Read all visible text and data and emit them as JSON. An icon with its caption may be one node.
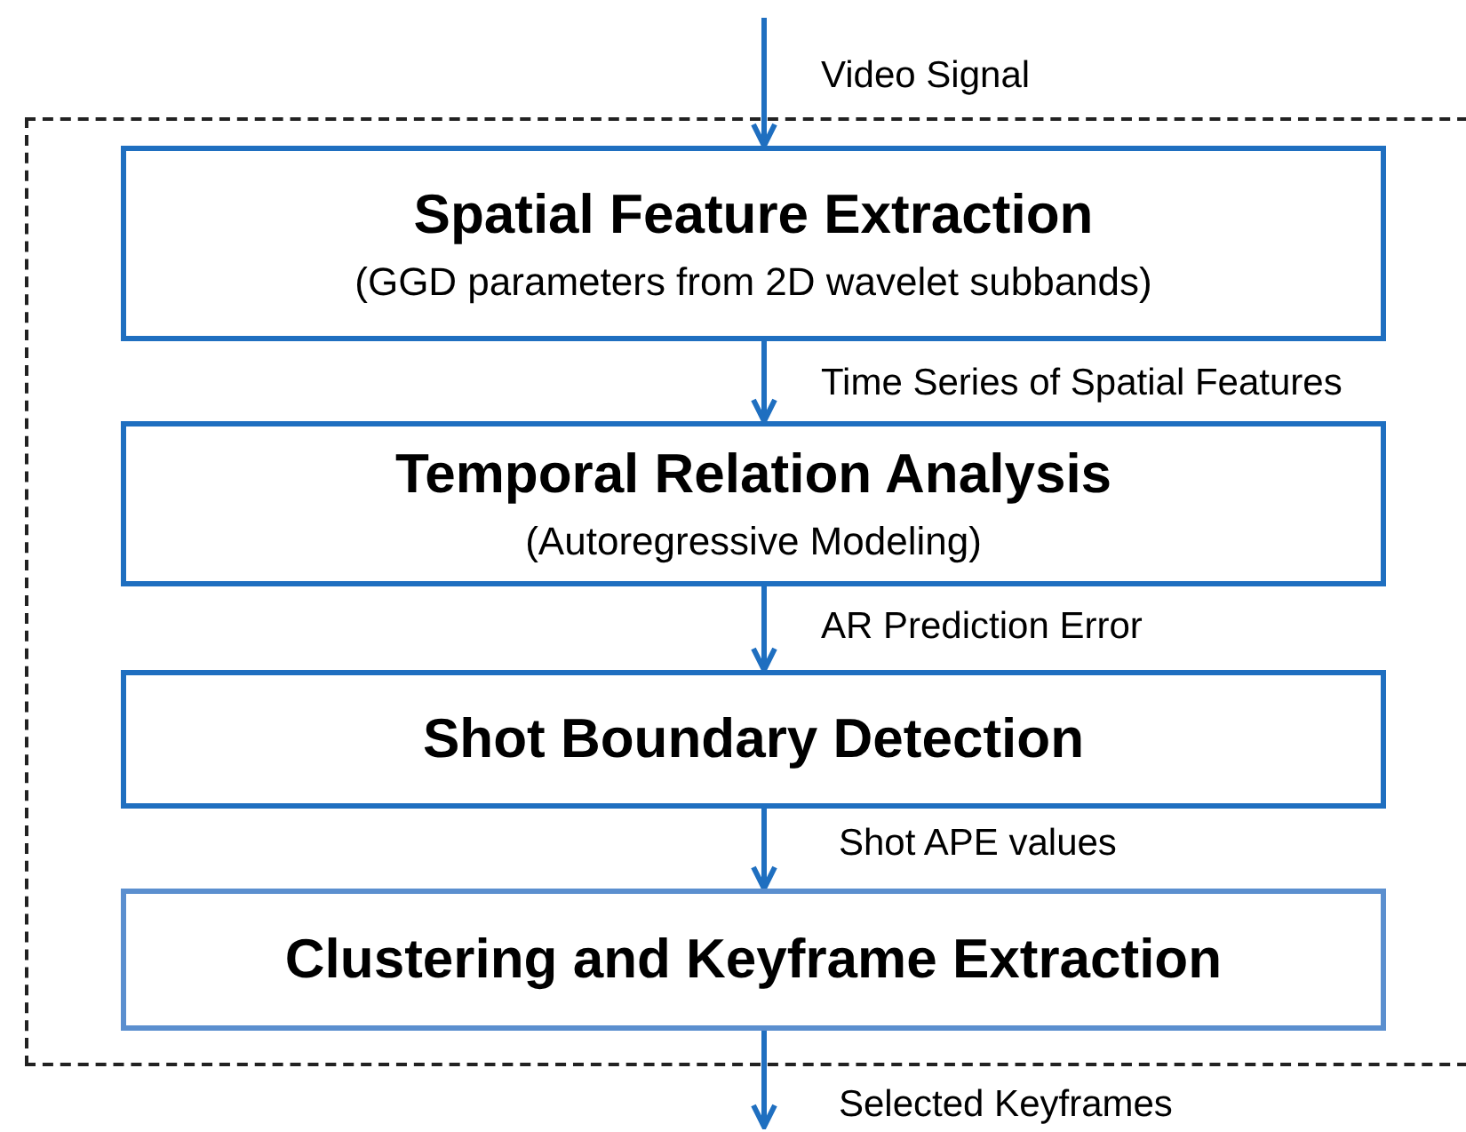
{
  "diagram": {
    "nodes": [
      {
        "text": [],
        "shape": "box"
      },
      {
        "text": [
          "Spatial Feature Extraction",
          "(GGD parameters from 2D wavelet subbands)"
        ],
        "in": 0
      },
      {
        "text": [
          "Temporal Relation Analysis",
          "(Autoregressive Modeling)"
        ],
        "in": 0
      },
      {
        "text": [
          "Shot Boundary Detection"
        ],
        "in": 0
      },
      {
        "text": [
          "Clustering and Keyframe Extraction"
        ],
        "in": 0
      }
    ],
    "edges": [
      {
        "from": null,
        "to": 1,
        "arrow": "to",
        "label": "Video Signal"
      },
      {
        "from": 1,
        "to": 2,
        "arrow": "to",
        "label": "Time Series of Spatial Features"
      },
      {
        "from": 2,
        "to": 3,
        "arrow": "to",
        "label": "AR Prediction Error"
      },
      {
        "from": 3,
        "to": 4,
        "arrow": "to",
        "label": "Shot APE values"
      },
      {
        "from": 4,
        "to": null,
        "arrow": "to",
        "label": "Selected Keyframes"
      }
    ]
  }
}
